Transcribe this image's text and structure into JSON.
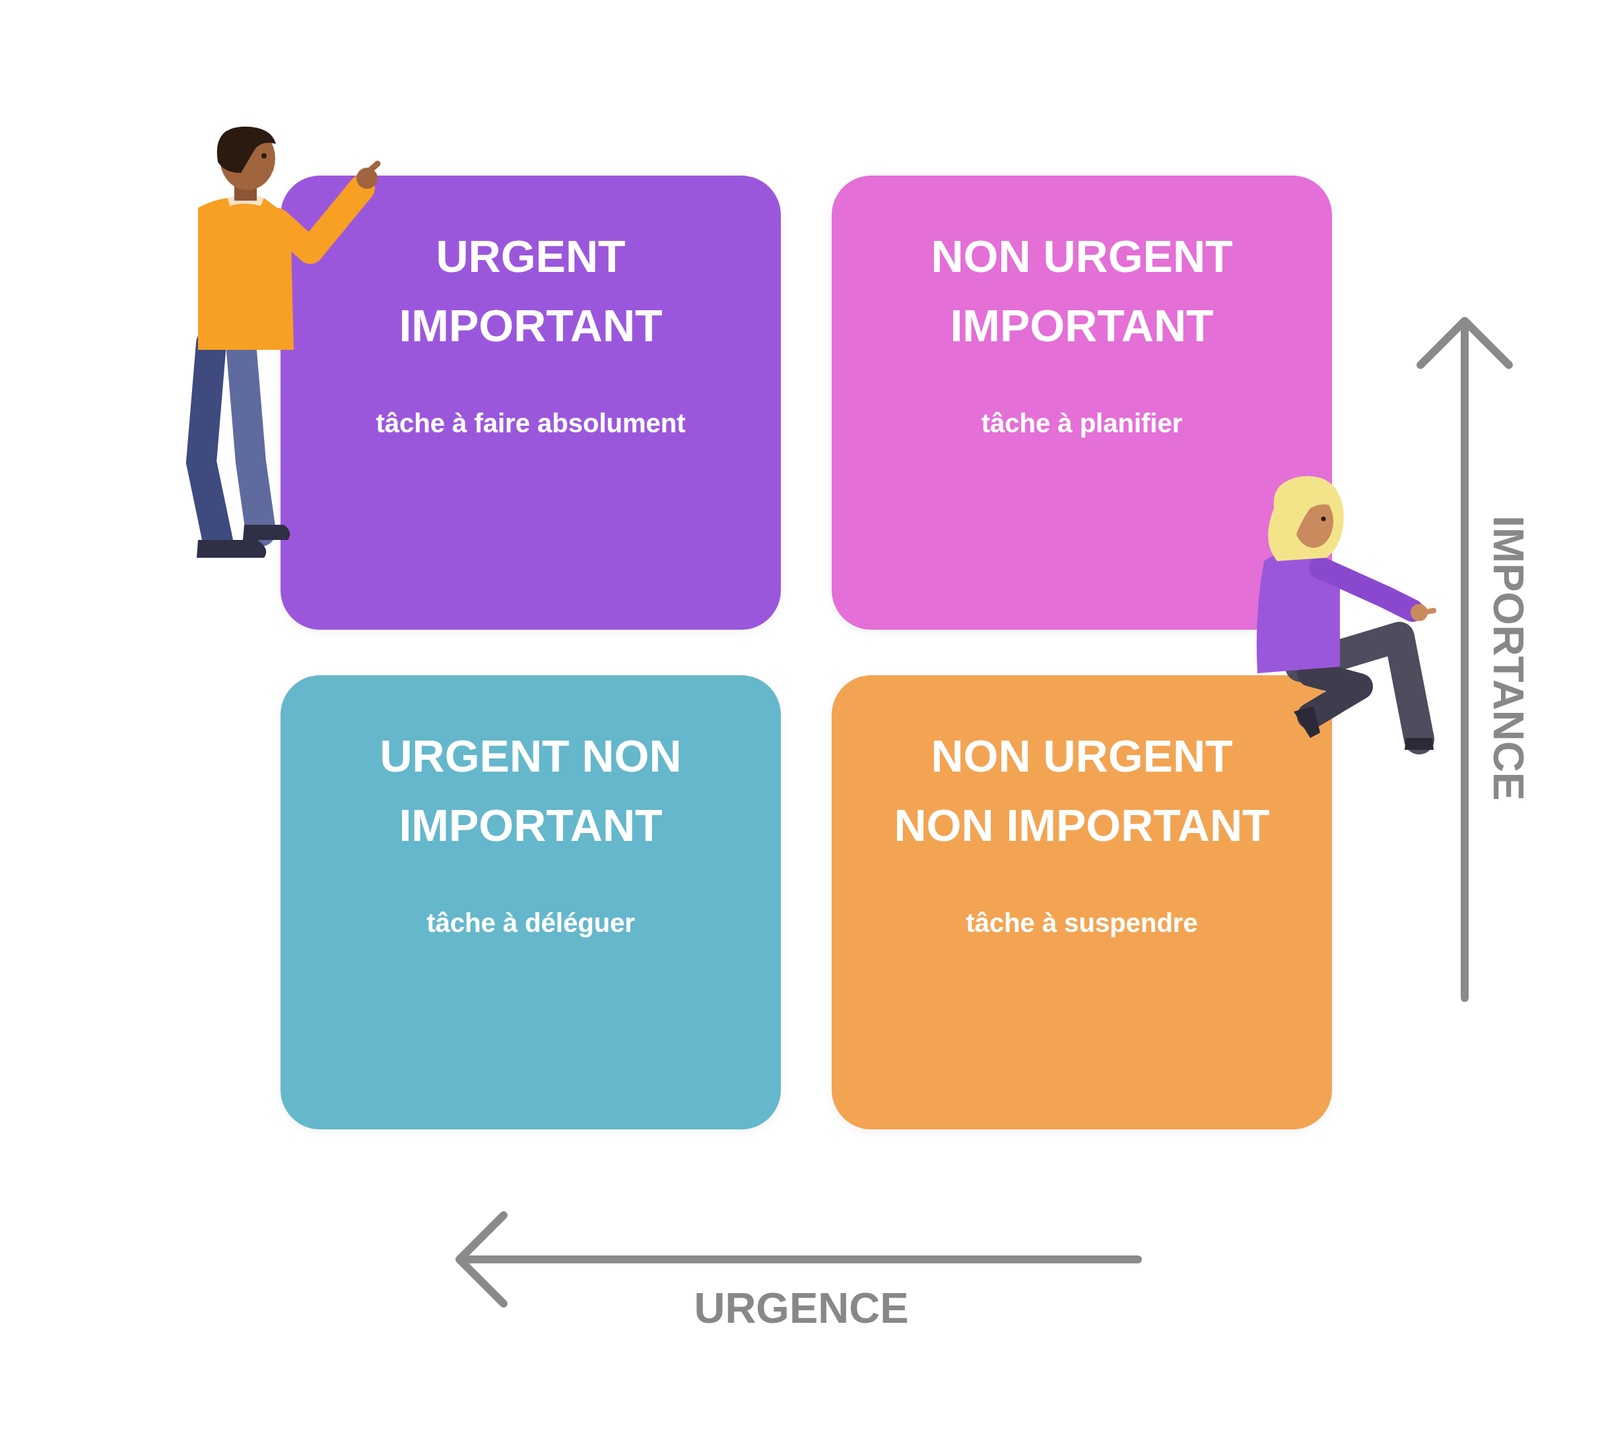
{
  "diagram": {
    "nodes": [
      {
        "text": [
          "URGENT IMPORTANT",
          "tâche à faire absolument"
        ]
      },
      {
        "text": [
          "NON URGENT IMPORTANT",
          "tâche à planifier"
        ]
      },
      {
        "text": [
          "URGENT NON IMPORTANT",
          "tâche à déléguer"
        ]
      },
      {
        "text": [
          "NON URGENT NON IMPORTANT",
          "tâche à suspendre"
        ]
      }
    ],
    "labels": [
      "IMPORTANCE",
      "URGENCE"
    ]
  }
}
